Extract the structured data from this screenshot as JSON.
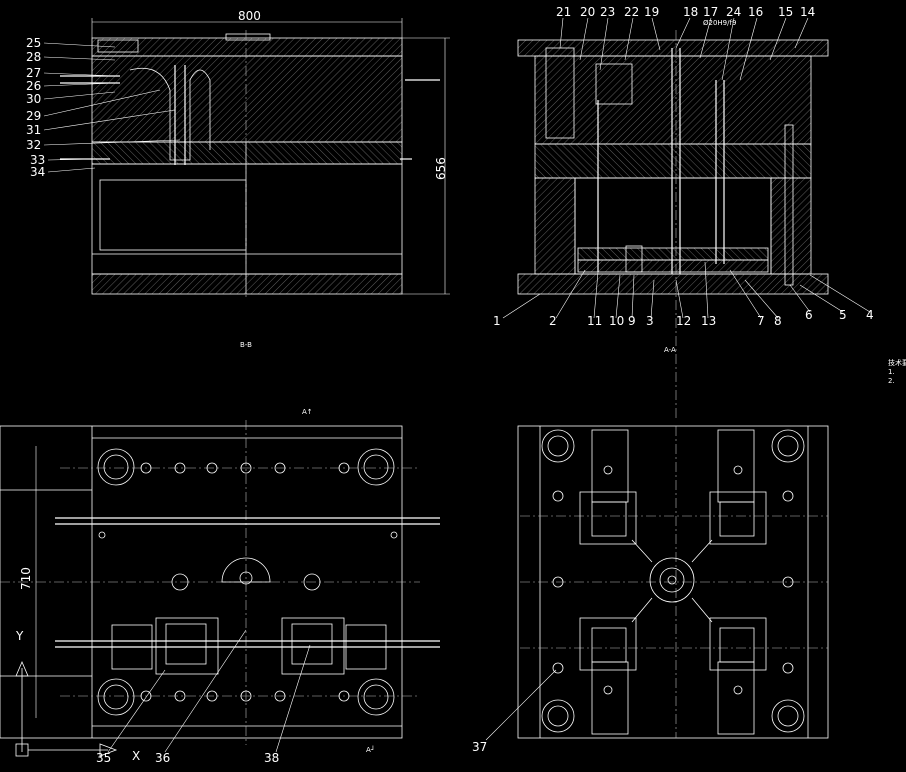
{
  "views": {
    "section_bb": {
      "width_dim": "800",
      "height_dim": "656",
      "caption": "B-B",
      "labels": [
        "25",
        "28",
        "27",
        "26",
        "30",
        "29",
        "31",
        "32",
        "33",
        "34"
      ]
    },
    "section_aa": {
      "caption": "A-A",
      "fit_note": "Ø20H9/f9",
      "top_labels": [
        "21",
        "20",
        "23",
        "22",
        "19",
        "18",
        "17",
        "24",
        "16",
        "15",
        "14"
      ],
      "bottom_labels": [
        "1",
        "2",
        "11",
        "10",
        "9",
        "3",
        "12",
        "13",
        "7",
        "8",
        "6",
        "5",
        "4"
      ]
    },
    "plan_view": {
      "marker": "A↑",
      "height_dim": "710",
      "axis_y": "Y",
      "axis_x": "X",
      "labels": [
        "35",
        "36",
        "38"
      ],
      "section_mark": "A┘"
    },
    "layout_view": {
      "labels": [
        "37"
      ]
    }
  },
  "notes": {
    "title": "技术要求",
    "items": [
      "1.",
      "2."
    ]
  }
}
